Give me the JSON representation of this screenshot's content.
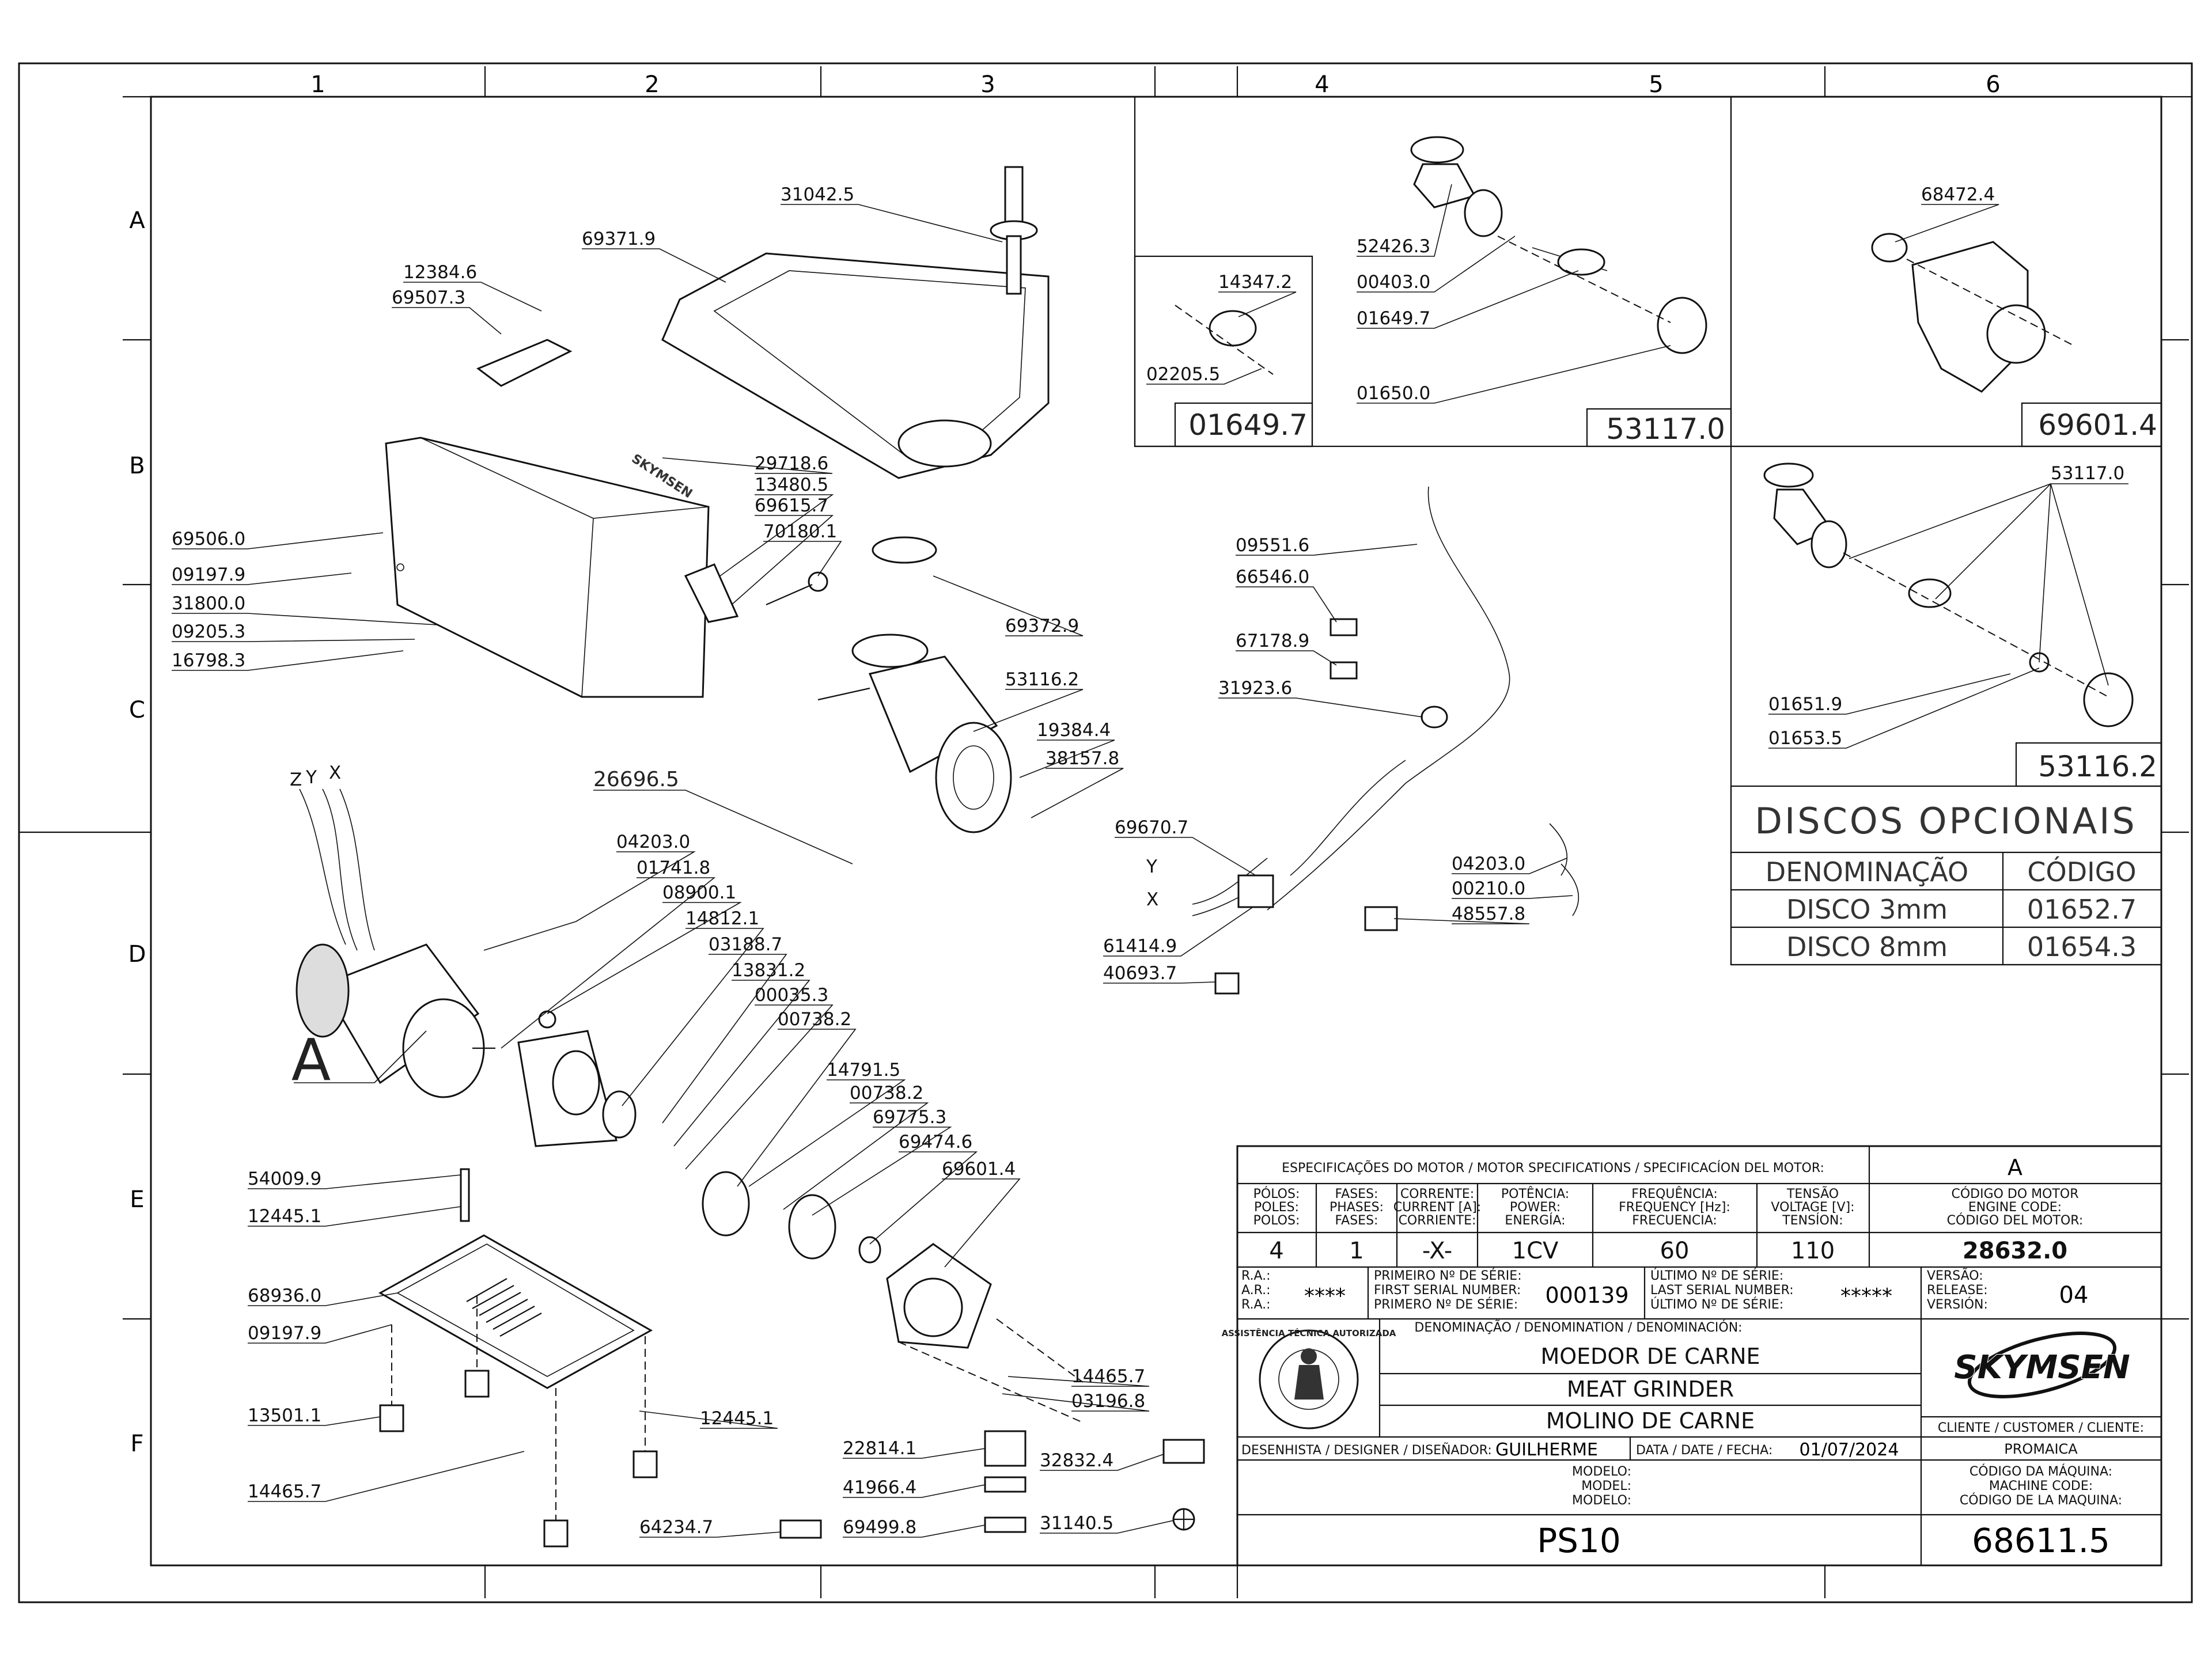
{
  "zones": {
    "columns": [
      "1",
      "2",
      "3",
      "4",
      "5",
      "6"
    ],
    "rows": [
      "A",
      "B",
      "C",
      "D",
      "E",
      "F"
    ]
  },
  "callouts": {
    "p31042": "31042.5",
    "p69371": "69371.9",
    "p12384": "12384.6",
    "p69507": "69507.3",
    "p29718": "29718.6",
    "p13480": "13480.5",
    "p69615": "69615.7",
    "p70180": "70180.1",
    "p69506": "69506.0",
    "p09197a": "09197.9",
    "p31800": "31800.0",
    "p09205": "09205.3",
    "p16798": "16798.3",
    "p69372": "69372.9",
    "p53116": "53116.2",
    "p19384": "19384.4",
    "p38157": "38157.8",
    "p26696": "26696.5",
    "p04203a": "04203.0",
    "p01741": "01741.8",
    "p08900": "08900.1",
    "p14812": "14812.1",
    "p03188": "03188.7",
    "p13831": "13831.2",
    "p00035": "00035.3",
    "p00738a": "00738.2",
    "p14791": "14791.5",
    "p00738b": "00738.2",
    "p69775": "69775.3",
    "p69474": "69474.6",
    "p69601": "69601.4",
    "p54009": "54009.9",
    "p12445a": "12445.1",
    "p68936": "68936.0",
    "p09197b": "09197.9",
    "p13501": "13501.1",
    "p12445b": "12445.1",
    "p14465a": "14465.7",
    "p03196": "03196.8",
    "p14465b": "14465.7",
    "p22814": "22814.1",
    "p41966": "41966.4",
    "p69499": "69499.8",
    "p64234": "64234.7",
    "p32832": "32832.4",
    "p31140": "31140.5",
    "p14347": "14347.2",
    "p02205": "02205.5",
    "p52426": "52426.3",
    "p00403": "00403.0",
    "p01649": "01649.7",
    "p01650": "01650.0",
    "p68472": "68472.4",
    "p09551": "09551.6",
    "p66546": "66546.0",
    "p67178": "67178.9",
    "p31923": "31923.6",
    "p69670": "69670.7",
    "p04203b": "04203.0",
    "p00210": "00210.0",
    "p48557": "48557.8",
    "p61414": "61414.9",
    "p40693": "40693.7",
    "p53117": "53117.0",
    "p01651": "01651.9",
    "p01653": "01653.5",
    "letterA": "A",
    "wireZ": "Z",
    "wireY": "Y",
    "wireX": "X",
    "wireY2": "Y",
    "wireX2": "X",
    "brand_small": "SKYMSEN"
  },
  "boxes": {
    "box1": "01649.7",
    "box2": "53117.0",
    "box3": "69601.4",
    "box4": "53116.2"
  },
  "optional_discs": {
    "title": "DISCOS OPCIONAIS",
    "header_name": "DENOMINAÇÃO",
    "header_code": "CÓDIGO",
    "rows": [
      {
        "name": "DISCO 3mm",
        "code": "01652.7"
      },
      {
        "name": "DISCO 8mm",
        "code": "01654.3"
      }
    ]
  },
  "title_block": {
    "motor_spec_title": "ESPECIFICAÇÕES DO MOTOR / MOTOR SPECIFICATIONS / SPECIFICACÍON DEL MOTOR:",
    "revision_letter": "A",
    "headers": [
      [
        "PÓLOS:",
        "POLES:",
        "POLOS:"
      ],
      [
        "FASES:",
        "PHASES:",
        "FASES:"
      ],
      [
        "CORRENTE:",
        "CURRENT [A]:",
        "CORRIENTE:"
      ],
      [
        "POTÊNCIA:",
        "POWER:",
        "ENERGÍA:"
      ],
      [
        "FREQUÊNCIA:",
        "FREQUENCY [Hz]:",
        "FRECUENCIA:"
      ],
      [
        "TENSÃO",
        "VOLTAGE [V]:",
        "TENSÍON:"
      ],
      [
        "CÓDIGO DO MOTOR",
        "ENGINE CODE:",
        "CÓDIGO DEL MOTOR:"
      ]
    ],
    "values": [
      "4",
      "1",
      "-X-",
      "1CV",
      "60",
      "110",
      "28632.0"
    ],
    "ra_labels": [
      "R.A.:",
      "A.R.:",
      "R.A.:"
    ],
    "ra_value": "****",
    "first_serial_labels": [
      "PRIMEIRO Nº DE SÉRIE:",
      "FIRST SERIAL NUMBER:",
      "PRIMERO Nº DE SÉRIE:"
    ],
    "first_serial": "000139",
    "last_serial_labels": [
      "ÚLTIMO Nº DE SÉRIE:",
      "LAST SERIAL NUMBER:",
      "ÚLTIMO Nº DE SÉRIE:"
    ],
    "last_serial": "*****",
    "version_labels": [
      "VERSÃO:",
      "RELEASE:",
      "VERSIÓN:"
    ],
    "version": "04",
    "denomination_label": "DENOMINAÇÃO / DENOMINATION / DENOMINACIÓN:",
    "names": [
      "MOEDOR DE CARNE",
      "MEAT GRINDER",
      "MOLINO DE CARNE"
    ],
    "seal_text": "ASSISTÊNCIA TÉCNICA AUTORIZADA",
    "brand": "SKYMSEN",
    "client_label": "CLIENTE / CUSTOMER / CLIENTE:",
    "client": "PROMAICA",
    "designer_label": "DESENHISTA / DESIGNER / DISEÑADOR:",
    "designer": "GUILHERME",
    "date_label": "DATA / DATE / FECHA:",
    "date": "01/07/2024",
    "model_labels": [
      "MODELO:",
      "MODEL:",
      "MODELO:"
    ],
    "machine_code_labels": [
      "CÓDIGO DA MÁQUINA:",
      "MACHINE CODE:",
      "CÓDIGO DE LA MAQUINA:"
    ],
    "model": "PS10",
    "machine_code": "68611.5"
  }
}
